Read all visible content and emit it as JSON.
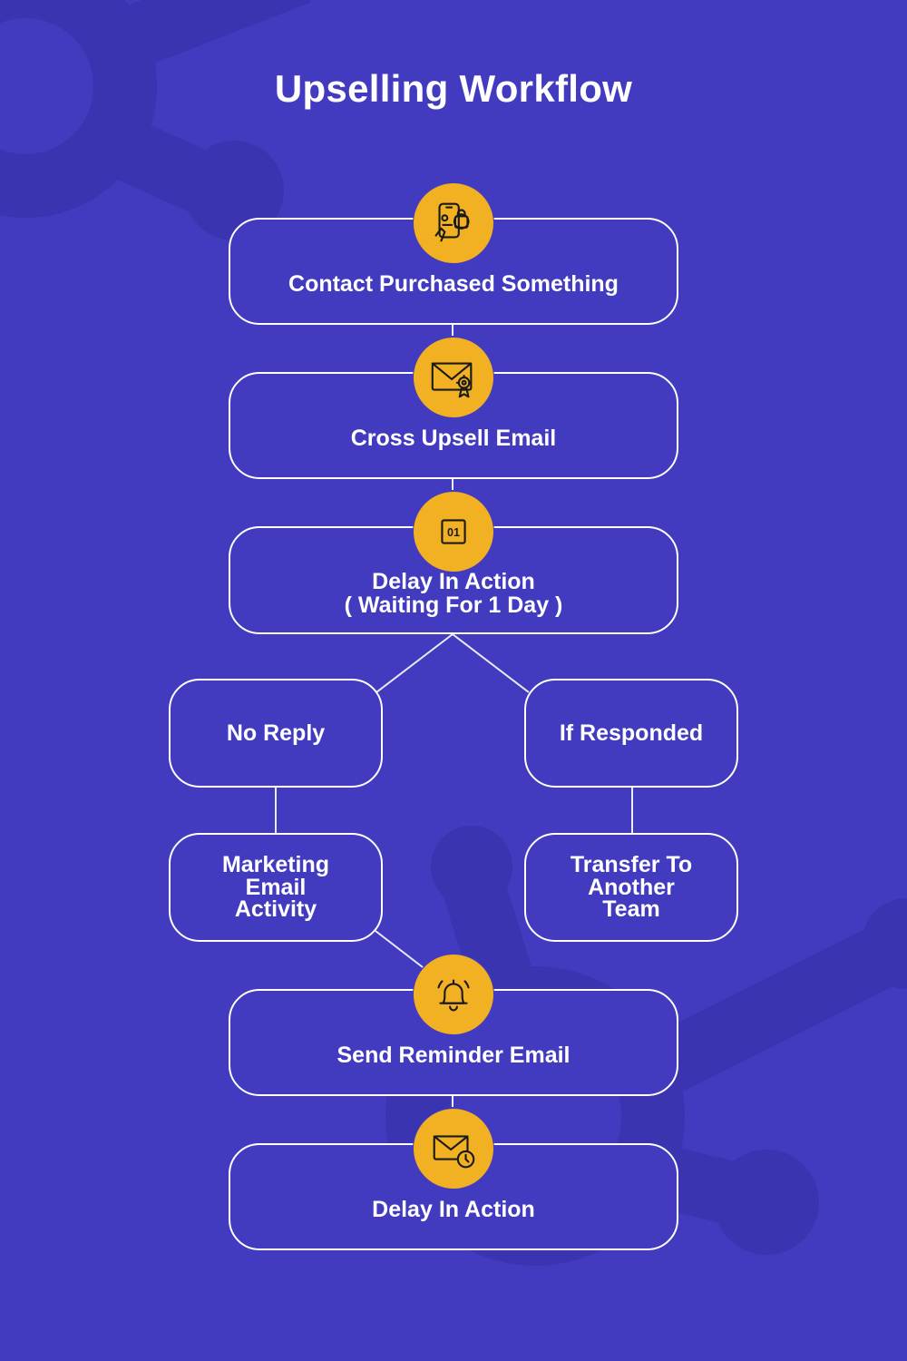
{
  "title": "Upselling Workflow",
  "colors": {
    "background": "#423bbf",
    "accent": "#f2b023",
    "line": "#ffffff",
    "text": "#ffffff"
  },
  "nodes": {
    "contact_purchased": {
      "label": "Contact Purchased Something",
      "icon": "phone-shopping-bag-icon"
    },
    "cross_upsell_email": {
      "label": "Cross Upsell Email",
      "icon": "email-gear-icon"
    },
    "delay_in_action_1": {
      "line1": "Delay In Action",
      "line2": "( Waiting For 1 Day )",
      "icon": "calendar-day-icon",
      "icon_text": "01"
    },
    "no_reply": {
      "label": "No Reply"
    },
    "if_responded": {
      "label": "If Responded"
    },
    "marketing_email_activity": {
      "line1": "Marketing",
      "line2": "Email",
      "line3": "Activity"
    },
    "transfer_to_team": {
      "line1": "Transfer To",
      "line2": "Another",
      "line3": "Team"
    },
    "send_reminder_email": {
      "label": "Send Reminder Email",
      "icon": "bell-icon"
    },
    "delay_in_action_2": {
      "label": "Delay In Action",
      "icon": "email-clock-icon"
    }
  }
}
